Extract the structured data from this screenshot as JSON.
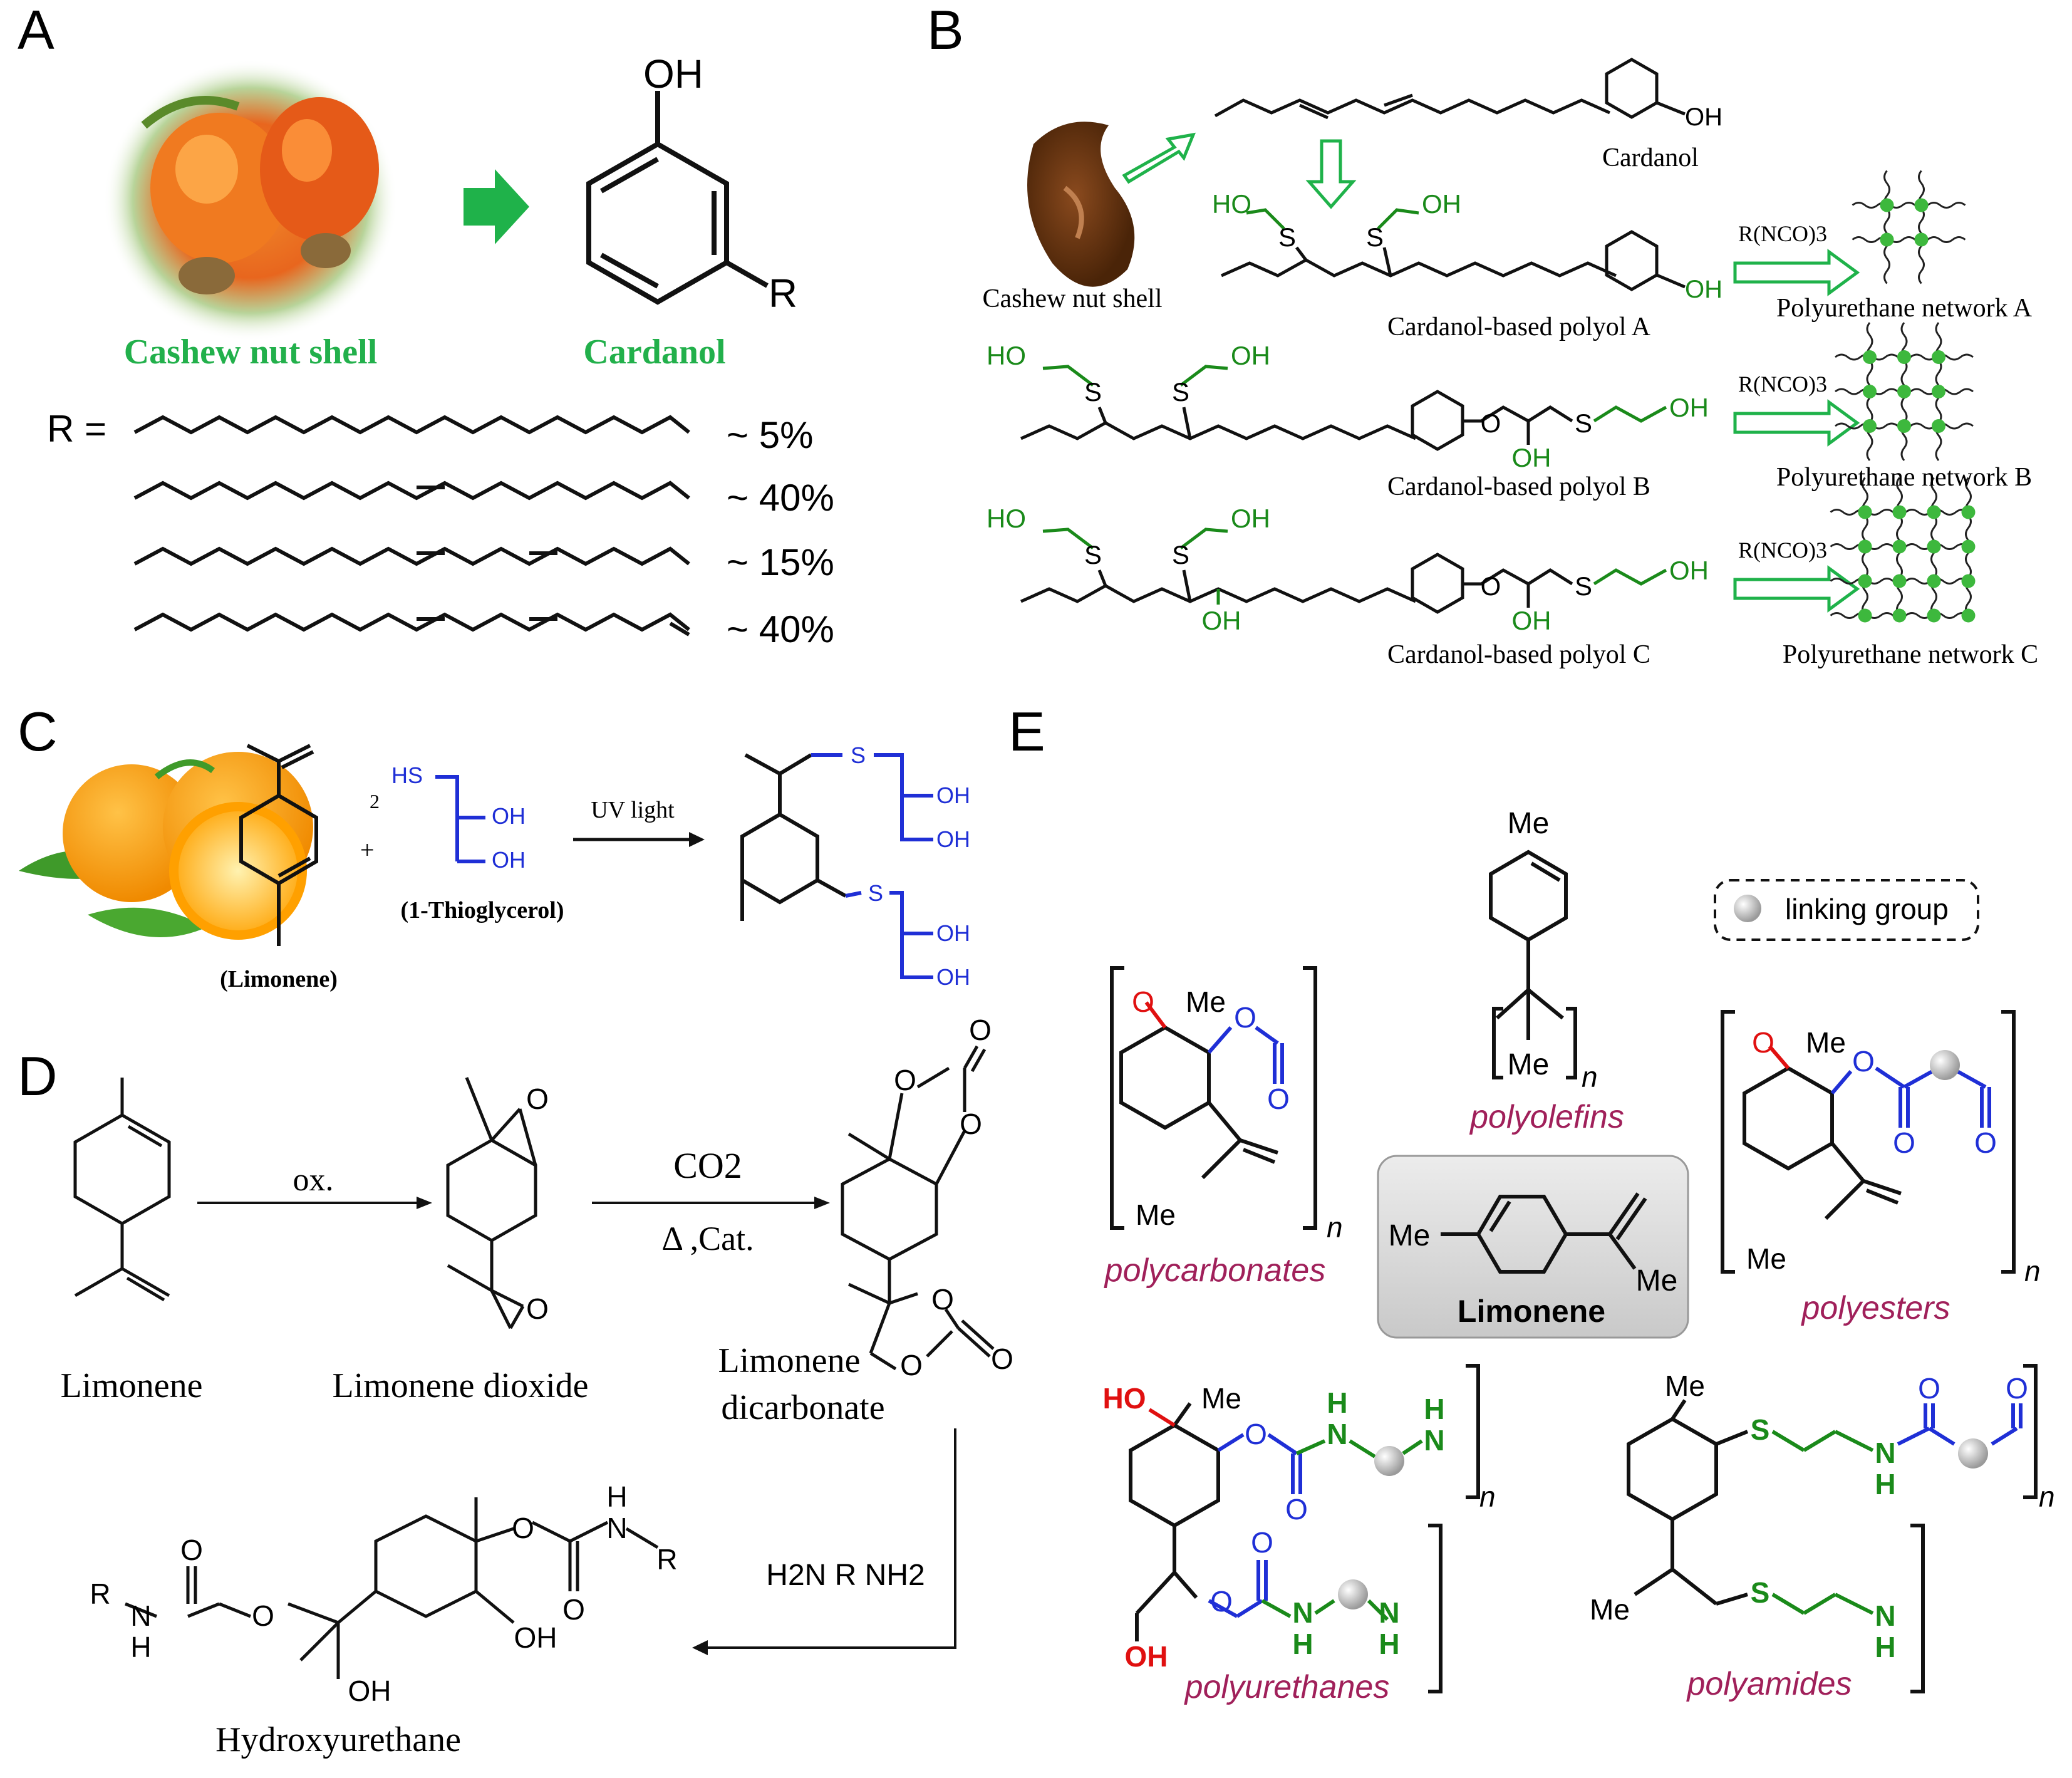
{
  "colors": {
    "green_label": "#22b04b",
    "green_chem": "#1a8a1a",
    "blue_chem": "#1f2fd6",
    "red_chem": "#e01010",
    "magenta_label": "#a0205a",
    "network_node": "#3db83d",
    "arrow_green": "#1fb24a"
  },
  "panel_a": {
    "letter": "A",
    "cashew_label": "Cashew nut shell",
    "cardanol_label": "Cardanol",
    "oh": "OH",
    "r": "R",
    "r_eq": "R =",
    "pct": [
      "~ 5%",
      "~ 40%",
      "~ 15%",
      "~ 40%"
    ]
  },
  "panel_b": {
    "letter": "B",
    "cashew_label": "Cashew nut shell",
    "cardanol": "Cardanol",
    "oh": "OH",
    "ho": "HO",
    "s": "S",
    "o": "O",
    "reagent": "R(NCO)3",
    "polyol_a": "Cardanol-based polyol A",
    "polyol_b": "Cardanol-based polyol B",
    "polyol_c": "Cardanol-based polyol C",
    "network_a": "Polyurethane network A",
    "network_b": "Polyurethane network B",
    "network_c": "Polyurethane network C"
  },
  "panel_c": {
    "letter": "C",
    "limonene": "(Limonene)",
    "thioglycerol": "(1-Thioglycerol)",
    "hs": "HS",
    "oh": "OH",
    "s": "S",
    "two": "2",
    "plus": "+",
    "uv": "UV light"
  },
  "panel_d": {
    "letter": "D",
    "limonene": "Limonene",
    "dioxide": "Limonene dioxide",
    "dicarbonate_1": "Limonene",
    "dicarbonate_2": "dicarbonate",
    "hydroxyurethane": "Hydroxyurethane",
    "ox": "ox.",
    "co2": "CO2",
    "cat": "Δ ,Cat.",
    "diamine": "H2N R NH2",
    "o": "O",
    "oh": "OH",
    "h": "H",
    "n": "N",
    "r": "R"
  },
  "panel_e": {
    "letter": "E",
    "linking": "linking group",
    "me": "Me",
    "n": "n",
    "o": "O",
    "ho": "HO",
    "oh": "OH",
    "nh": "N",
    "h": "H",
    "s": "S",
    "limonene": "Limonene",
    "polyolefins": "polyolefins",
    "polycarbonates": "polycarbonates",
    "polyesters": "polyesters",
    "polyurethanes": "polyurethanes",
    "polyamides": "polyamides"
  }
}
